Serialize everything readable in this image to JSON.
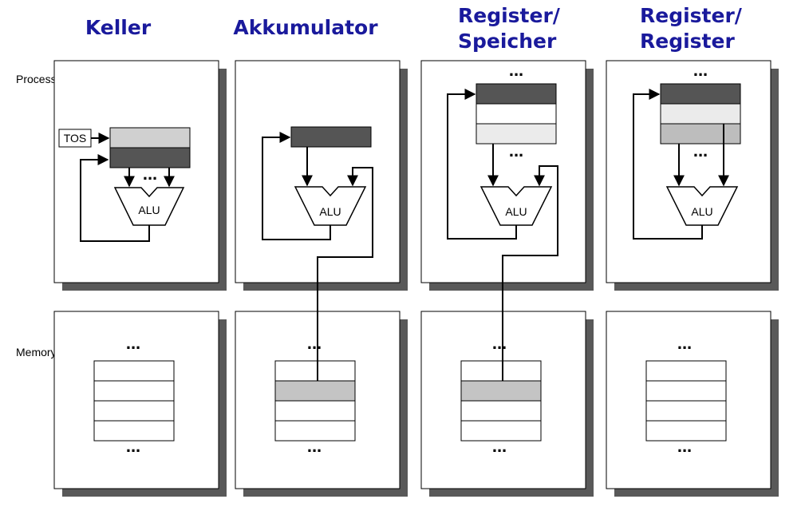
{
  "labels": {
    "processor": "Processor",
    "memory": "Memory",
    "tos": "TOS",
    "alu": "ALU",
    "ellipsis": "..."
  },
  "columns": [
    {
      "title_lines": [
        "Keller"
      ]
    },
    {
      "title_lines": [
        "Akkumulator"
      ]
    },
    {
      "title_lines": [
        "Register/",
        "Speicher"
      ]
    },
    {
      "title_lines": [
        "Register/",
        "Register"
      ]
    }
  ],
  "colors": {
    "title": "#1a1a9c",
    "dark_cell": "#555555",
    "light_cell": "#d0d0d0",
    "pale_cell": "#ebebeb",
    "mid_cell": "#bdbdbd",
    "memory_highlight": "#c4c4c4",
    "shadow": "#595959"
  }
}
